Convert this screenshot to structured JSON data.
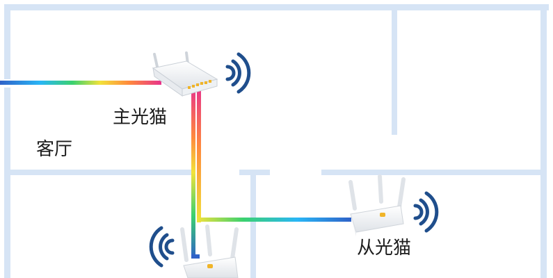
{
  "labels": {
    "main_router": "主光猫",
    "room": "客厅",
    "secondary_router": "从光猫"
  },
  "colors": {
    "wall": "#d6e4f5",
    "router_body": "#f4f6f8",
    "router_accent": "#f0b429",
    "wifi_signal": "#1f4e8c",
    "cable_gradient": [
      "#2f62c8",
      "#29b6f6",
      "#3bd16f",
      "#f2e23a",
      "#ff8a3d",
      "#e8338a"
    ]
  },
  "icons": [
    "wifi-signal-icon",
    "router-icon"
  ]
}
